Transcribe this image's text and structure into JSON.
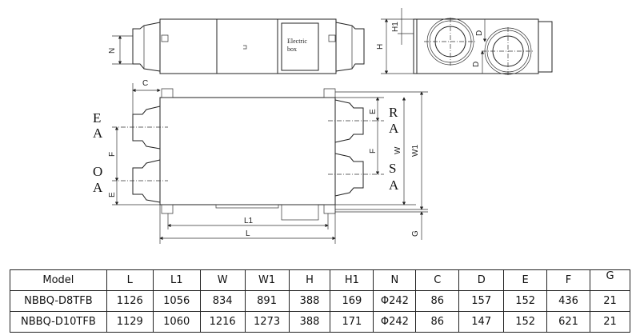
{
  "drawing": {
    "electric_box_line1": "Electric",
    "electric_box_line2": "box",
    "labels": {
      "N": "N",
      "H": "H",
      "H1": "H1",
      "D_top": "D",
      "D_bottom": "D",
      "C": "C",
      "E_left": "E",
      "F_left": "F",
      "E_right": "E",
      "F_right": "F",
      "W": "W",
      "W1": "W1",
      "G": "G",
      "L1": "L1",
      "L": "L"
    },
    "ports": {
      "ea": [
        "E",
        "A"
      ],
      "oa": [
        "O",
        "A"
      ],
      "ra": [
        "R",
        "A"
      ],
      "sa": [
        "S",
        "A"
      ]
    }
  },
  "table": {
    "headers": [
      "Model",
      "L",
      "L1",
      "W",
      "W1",
      "H",
      "H1",
      "N",
      "C",
      "D",
      "E",
      "F",
      "G"
    ],
    "rows": [
      [
        "NBBQ-D8TFB",
        "1126",
        "1056",
        "834",
        "891",
        "388",
        "169",
        "Φ242",
        "86",
        "157",
        "152",
        "436",
        "21"
      ],
      [
        "NBBQ-D10TFB",
        "1129",
        "1060",
        "1216",
        "1273",
        "388",
        "171",
        "Φ242",
        "86",
        "147",
        "152",
        "621",
        "21"
      ]
    ]
  }
}
